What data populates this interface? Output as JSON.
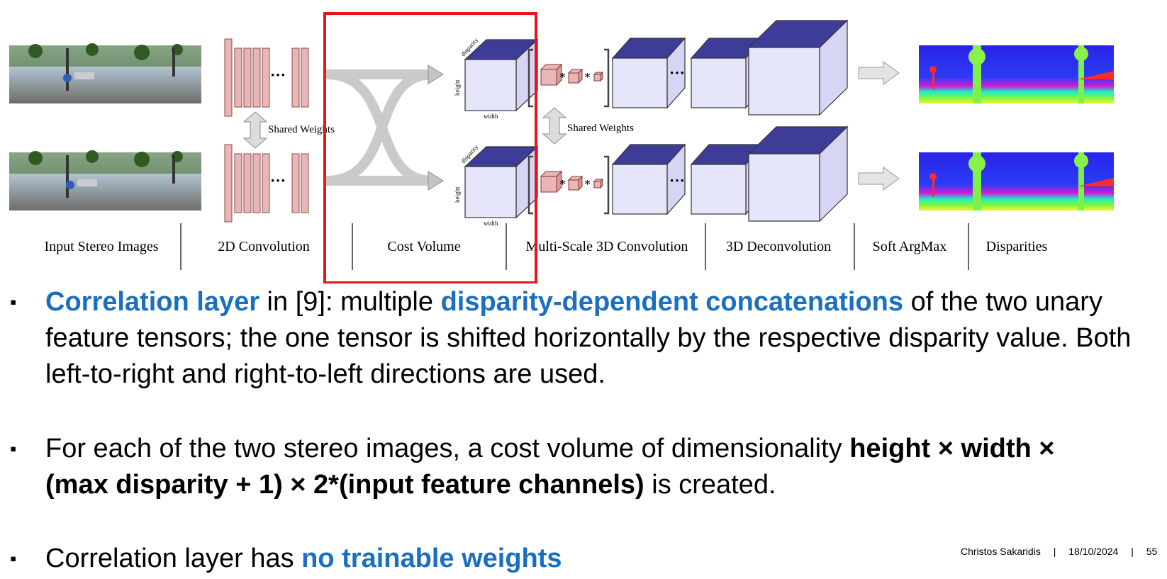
{
  "diagram": {
    "stage_labels": [
      "Input Stereo Images",
      "2D Convolution",
      "Cost Volume",
      "Multi-Scale 3D Convolution",
      "3D Deconvolution",
      "Soft ArgMax",
      "Disparities"
    ],
    "shared_weights_left": "Shared Weights",
    "shared_weights_right": "Shared Weights",
    "cube_labels": {
      "disparity": "disparity",
      "height": "height",
      "width": "width"
    },
    "ellipsis": "···",
    "star": "*"
  },
  "bullets": [
    {
      "parts": [
        {
          "text": "Correlation layer",
          "style": "blue"
        },
        {
          "text": " in [9]: multiple ",
          "style": "normal"
        },
        {
          "text": "disparity-dependent concatenations",
          "style": "blue"
        },
        {
          "text": " of the two unary feature tensors; the one tensor is shifted horizontally by the respective disparity value. Both left-to-right and right-to-left directions are used.",
          "style": "normal"
        }
      ]
    },
    {
      "parts": [
        {
          "text": "For each of the two stereo images, a cost volume of dimensionality ",
          "style": "normal"
        },
        {
          "text": "height × width × (max disparity + 1) × 2*(input feature channels)",
          "style": "bold"
        },
        {
          "text": " is created.",
          "style": "normal"
        }
      ]
    },
    {
      "parts": [
        {
          "text": "Correlation layer has ",
          "style": "normal"
        },
        {
          "text": "no trainable weights",
          "style": "blue"
        }
      ]
    }
  ],
  "bullet_marker": "▪",
  "footer": {
    "author": "Christos Sakaridis",
    "sep": "|",
    "date": "18/10/2024",
    "page": "55"
  },
  "colors": {
    "accent_blue": "#1a6fbf",
    "highlight_red": "#e8141a",
    "cube_face": "#e6e6fb",
    "cube_top": "#3d3d99",
    "feature_pink": "#eab5b5"
  }
}
